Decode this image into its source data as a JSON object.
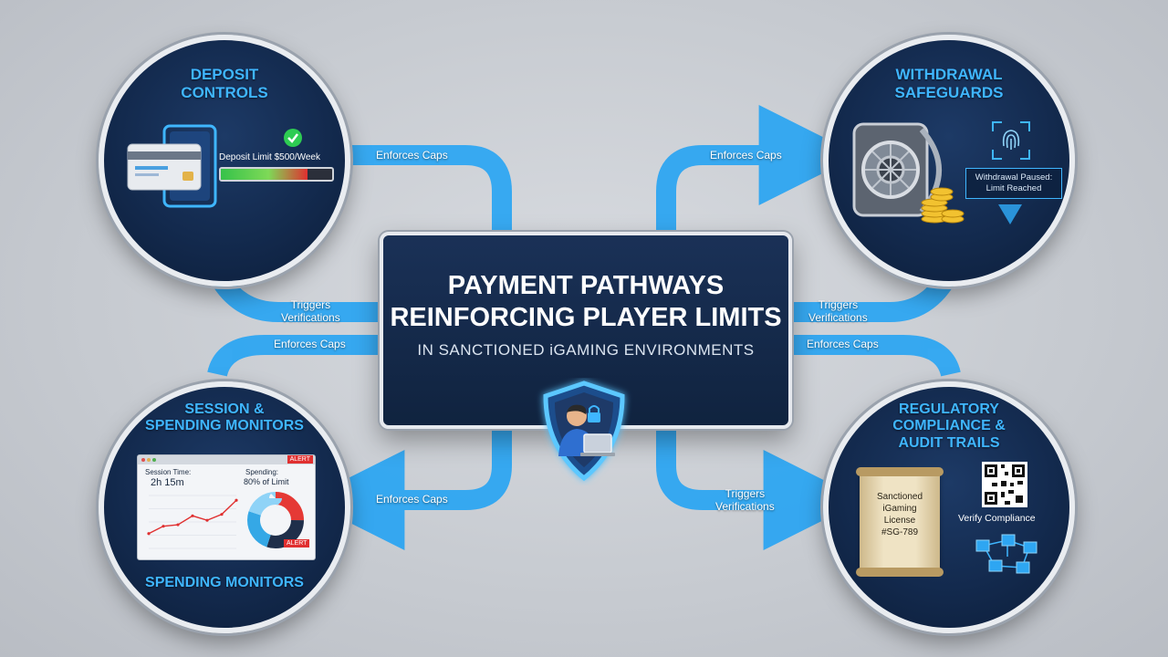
{
  "center": {
    "title_line1": "PAYMENT PATHWAYS",
    "title_line2": "REINFORCING PLAYER LIMITS",
    "subtitle": "IN SANCTIONED iGAMING ENVIRONMENTS"
  },
  "deposit": {
    "title_line1": "DEPOSIT",
    "title_line2": "CONTROLS",
    "limit_label": "Deposit Limit $500/Week",
    "limit_progress": 0.78
  },
  "withdrawal": {
    "title_line1": "WITHDRAWAL",
    "title_line2": "SAFEGUARDS",
    "notice_line1": "Withdrawal Paused:",
    "notice_line2": "Limit Reached"
  },
  "session": {
    "title_line1": "SESSION &",
    "title_line2": "SPENDING MONITORS",
    "footer": "SPENDING MONITORS",
    "alert_top": "ALERT",
    "alert_bottom": "ALERT",
    "session_time_label": "Session Time:",
    "session_time_value": "2h 15m",
    "spending_label": "Spending:",
    "spending_value": "80% of Limit",
    "line_values": [
      2,
      3,
      3.2,
      4.4,
      3.8,
      4.6,
      6.5
    ],
    "donut": [
      {
        "value": 25,
        "color": "#e53935"
      },
      {
        "value": 30,
        "color": "#1f2f4a"
      },
      {
        "value": 25,
        "color": "#35a8e6"
      },
      {
        "value": 20,
        "color": "#8fd3f7"
      }
    ]
  },
  "regulatory": {
    "title_line1": "REGULATORY",
    "title_line2": "COMPLIANCE &",
    "title_line3": "AUDIT TRAILS",
    "license_line1": "Sanctioned",
    "license_line2": "iGaming",
    "license_line3": "License",
    "license_line4": "#SG-789",
    "verify_label": "Verify Compliance"
  },
  "flows": {
    "deposit_to_center": "Enforces Caps",
    "center_to_deposit_line1": "Triggers",
    "center_to_deposit_line2": "Verifications",
    "center_to_session": "Enforces Caps",
    "center_to_withdrawal": "Enforces Caps",
    "center_to_withdrawal_line1": "Triggers",
    "center_to_withdrawal_line2": "Verifications",
    "center_to_regulatory_caps": "Enforces Caps",
    "session_from_center": "Enforces Caps",
    "center_to_regulatory_line1": "Triggers",
    "center_to_regulatory_line2": "Verifications"
  },
  "colors": {
    "flow": "#2ea6f2",
    "accent": "#3fb6ff",
    "panel": "#132a4e"
  }
}
